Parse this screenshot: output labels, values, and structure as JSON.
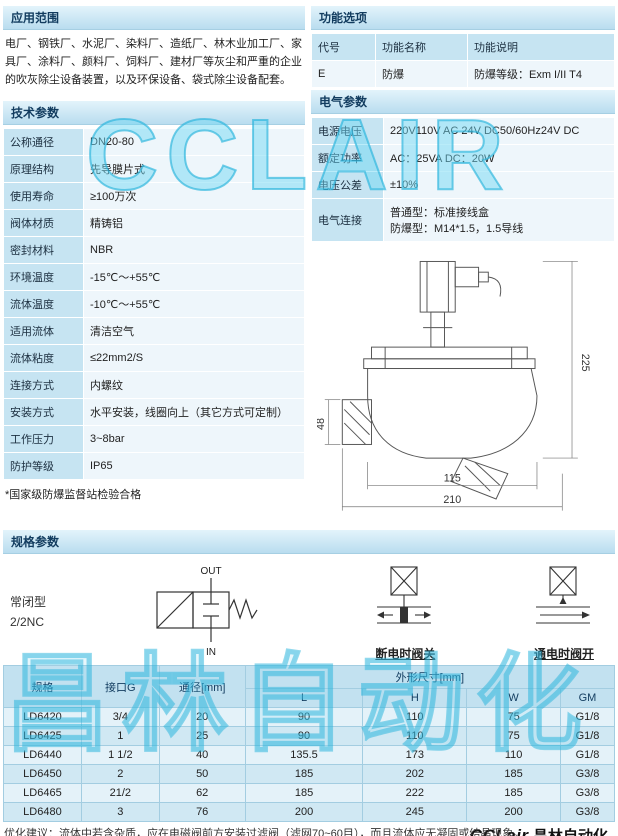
{
  "watermark": {
    "top": "CCLAIR",
    "bottom": "昌林自动化"
  },
  "application": {
    "title": "应用范围",
    "body": "电厂、钢铁厂、水泥厂、染料厂、造纸厂、林木业加工厂、家具厂、涂料厂、颜料厂、饲料厂、建材厂等灰尘和严重的企业的吹灰除尘设备装置，以及环保设备、袋式除尘设备配套。"
  },
  "tech": {
    "title": "技术参数",
    "rows": [
      {
        "label": "公称通径",
        "value": "DN20-80"
      },
      {
        "label": "原理结构",
        "value": "先导膜片式"
      },
      {
        "label": "使用寿命",
        "value": "≥100万次"
      },
      {
        "label": "阀体材质",
        "value": "精铸铝"
      },
      {
        "label": "密封材料",
        "value": "NBR"
      },
      {
        "label": "环境温度",
        "value": "-15℃～+55℃"
      },
      {
        "label": "流体温度",
        "value": "-10℃～+55℃"
      },
      {
        "label": "适用流体",
        "value": "清洁空气"
      },
      {
        "label": "流体粘度",
        "value": "≤22mm2/S"
      },
      {
        "label": "连接方式",
        "value": "内螺纹"
      },
      {
        "label": "安装方式",
        "value": "水平安装，线圈向上（其它方式可定制）"
      },
      {
        "label": "工作压力",
        "value": "3~8bar"
      },
      {
        "label": "防护等级",
        "value": "IP65"
      }
    ],
    "note": "*国家级防爆监督站检验合格"
  },
  "functions": {
    "title": "功能选项",
    "headers": [
      "代号",
      "功能名称",
      "功能说明"
    ],
    "row": [
      "E",
      "防爆",
      "防爆等级：Exm I/II T4"
    ]
  },
  "electrical": {
    "title": "电气参数",
    "rows": [
      {
        "label": "电源电压",
        "value": "220V110V AC 24V DC50/60Hz24V DC"
      },
      {
        "label": "额定功率",
        "value": "AC：25VA DC：20W"
      },
      {
        "label": "电压公差",
        "value": "±10%"
      },
      {
        "label": "电气连接",
        "value": "普通型：标准接线盒",
        "value2": "防爆型：M14*1.5，1.5导线"
      }
    ]
  },
  "drawing": {
    "dim_height": "225",
    "dim_inlet": "48",
    "dim_width_inner": "115",
    "dim_width_outer": "210"
  },
  "spec": {
    "title": "规格参数",
    "type_label": "常闭型",
    "type_code": "2/2NC",
    "valve": {
      "out": "OUT",
      "in": "IN"
    },
    "closed_label": "断电时阀关",
    "open_label": "通电时阀开",
    "table": {
      "col_spec": "规格",
      "col_port": "接口G",
      "col_dn": "通径[mm]",
      "col_dims": "外形尺寸[mm]",
      "sub": [
        "L",
        "H",
        "W",
        "GM"
      ],
      "rows": [
        [
          "LD6420",
          "3/4",
          "20",
          "90",
          "110",
          "75",
          "G1/8"
        ],
        [
          "LD6425",
          "1",
          "25",
          "90",
          "110",
          "75",
          "G1/8"
        ],
        [
          "LD6440",
          "1 1/2",
          "40",
          "135.5",
          "173",
          "110",
          "G1/8"
        ],
        [
          "LD6450",
          "2",
          "50",
          "185",
          "202",
          "185",
          "G3/8"
        ],
        [
          "LD6465",
          "21/2",
          "62",
          "185",
          "222",
          "185",
          "G3/8"
        ],
        [
          "LD6480",
          "3",
          "76",
          "200",
          "245",
          "200",
          "G3/8"
        ]
      ]
    }
  },
  "footer": {
    "logo_en": "CCLair",
    "logo_cn": "昌林自动化",
    "note": "优化建议：流体中若含杂质，应在电磁阀前方安装过滤阀（滤网70~60目），而且流体应无凝固或结晶现象。"
  }
}
